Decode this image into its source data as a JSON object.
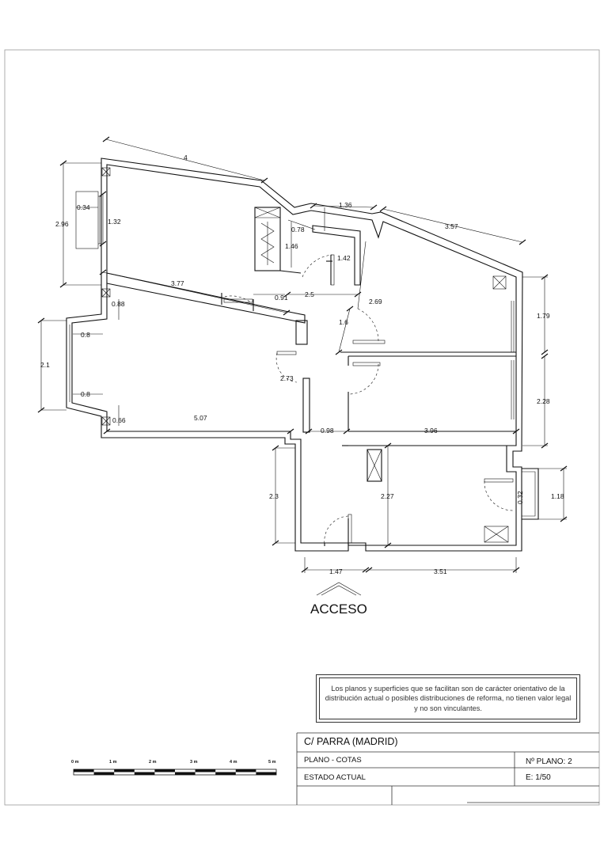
{
  "dimensions": {
    "top_left_wall": "4",
    "left_window_height": "2.96",
    "window_reveal_top": "0.34",
    "window_width_top": "1.32",
    "top_center": "1.36",
    "top_right": "3.57",
    "closet_width": "0.78",
    "closet_depth": "1.46",
    "hall_top_right": "1.42",
    "bedroom_top_width": "3.77",
    "door_hall": "0.91",
    "hall_width": "2.5",
    "hall_diag": "2.69",
    "hall_length": "1.6",
    "right_room_top": "1.79",
    "left_offset": "0.88",
    "left_bay_top": "0.8",
    "left_bay_height": "2.1",
    "left_bay_bottom": "0.8",
    "hall_mid": "2.73",
    "right_room_mid": "2.28",
    "left_bottom_offset": "0.66",
    "living_width": "5.07",
    "entry_width": "0.98",
    "right_room_width": "3.96",
    "entry_room_height": "2.3",
    "kitchen_depth": "2.27",
    "balcony_reveal": "0.32",
    "balcony_width": "1.18",
    "bottom_left": "1.47",
    "bottom_right": "3.51"
  },
  "access_label": "ACCESO",
  "notice": "Los planos y superficies que se facilitan son de carácter orientativo de la distribución actual o posibles distribuciones de reforma, no tienen valor legal y no son vinculantes.",
  "scale_bar": {
    "labels": [
      "0 m",
      "1 m",
      "2 m",
      "3 m",
      "4 m",
      "5 m"
    ]
  },
  "title_block": {
    "address": "C/  PARRA  (MADRID)",
    "plan_type": "PLANO   -  COTAS",
    "plan_number": "Nº PLANO:  2",
    "status": "ESTADO  ACTUAL",
    "scale": "E: 1/50"
  }
}
